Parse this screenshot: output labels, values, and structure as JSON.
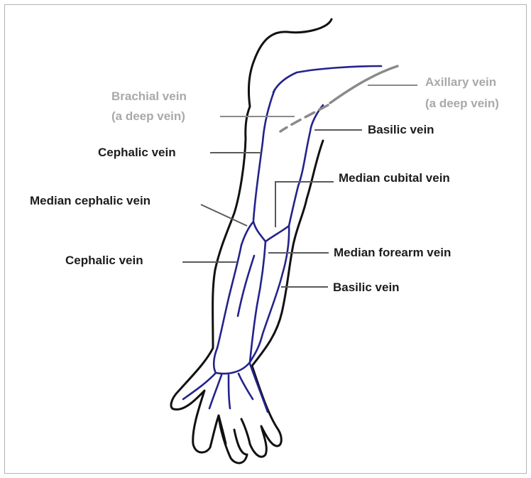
{
  "colors": {
    "vein": "#23238c",
    "outline": "#111111",
    "deep_vein_label": "#a9a9a9",
    "label": "#1c1c1c"
  },
  "labels": {
    "brachial_vein": "Brachial vein",
    "brachial_vein_note": "(a deep vein)",
    "axillary_vein": "Axillary vein",
    "axillary_vein_note": "(a deep vein)",
    "basilic_vein_upper": "Basilic vein",
    "cephalic_vein_upper": "Cephalic vein",
    "median_cubital_vein": "Median cubital vein",
    "median_cephalic_vein": "Median cephalic vein",
    "median_forearm_vein": "Median forearm vein",
    "cephalic_vein_lower": "Cephalic vein",
    "basilic_vein_lower": "Basilic vein"
  }
}
